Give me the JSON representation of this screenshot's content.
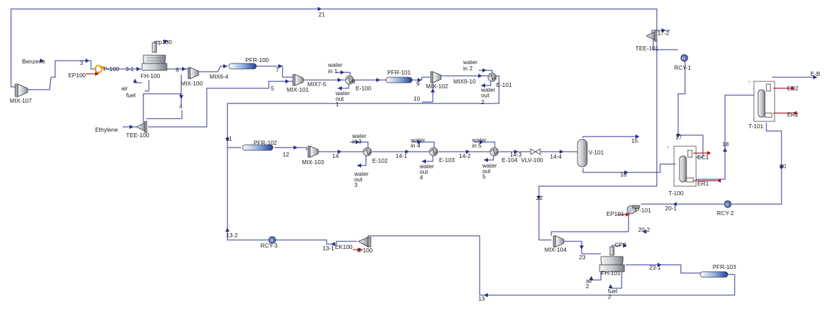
{
  "colors": {
    "stream": "#2b2f8f",
    "utility_stream": "#b01a2a",
    "reactor": "#2f5bb0",
    "equipment_grey": "#9aa0a8",
    "pump_yellow": "#e0a400"
  },
  "unit_ops": {
    "mix107": "MIX-107",
    "p100": "P-100",
    "ep100": "EP100",
    "fh100": "FH-100",
    "cp100": "cp100",
    "air_fh100": "air",
    "fuel_fh100": "fuel",
    "mix100": "MIX-100",
    "mix6_4": "MIX6-4",
    "pfr100": "PFR-100",
    "mix101": "MIX-101",
    "mix7_5": "MIX7-5",
    "e100": "E-100",
    "pfr101": "PFR-101",
    "mix102": "MIX-102",
    "mix9_10": "MIX9-10",
    "e101": "E-101",
    "tee100": "TEE-100",
    "tee101": "TEE-101",
    "rcy1": "RCY-1",
    "pfr102": "PFR-102",
    "mix103": "MIX-103",
    "e102": "E-102",
    "e103": "E-103",
    "e104": "E-104",
    "vlv100": "VLV-100",
    "v101": "V-101",
    "t100": "T-100",
    "ec1": "EC1",
    "er1": "ER1",
    "t101": "T-101",
    "ec2": "EC2",
    "er2": "ER2",
    "rcy2": "RCY-2",
    "p101": "P-101",
    "ep101": "EP101",
    "mix104": "MIX-104",
    "fh101": "FH-101",
    "cp2": "CP2",
    "air_fh101": "air",
    "air_fh101_2": "2",
    "fuel_fh101": "fuel",
    "fuel_fh101_2": "2",
    "pfr103": "PFR-103",
    "rcy3": "RCY-3",
    "k100": "K-100",
    "ek100": "EK100"
  },
  "streams": {
    "s21": "21",
    "benzene": "Benzene",
    "ethylene": "Ethylene",
    "s3": "3",
    "s3_1": "3-1",
    "s6": "6",
    "s7": "7",
    "s5": "5",
    "s4": "4",
    "s8": "8",
    "s9": "9",
    "s10": "10",
    "s11": "11",
    "s12": "12",
    "s13": "13",
    "s13_1": "13-1",
    "s13_2": "13-2",
    "s14": "14",
    "s14_1": "14-1",
    "s14_2": "14-2",
    "s14_3": "14-3",
    "s14_4": "14-4",
    "s15": "15",
    "s16": "16",
    "s17": "17",
    "s17_2": "17-2",
    "s18": "18",
    "s20": "20",
    "s20_1": "20-1",
    "s20_2": "20-2",
    "s22": "22",
    "s23": "23",
    "s23_1": "23-1",
    "e_b": "E-B",
    "win1_a": "water",
    "win1_b": "in 1",
    "wout1_a": "water",
    "wout1_b": "out",
    "wout1_c": "1",
    "win2_a": "water",
    "win2_b": "in 2",
    "wout2_a": "water",
    "wout2_b": "out",
    "wout2_c": "2",
    "win3_a": "water",
    "win3_b": "in 3",
    "wout3_a": "water",
    "wout3_b": "out",
    "wout3_c": "3",
    "win4_a": "water",
    "win4_b": "in 4",
    "wout4_a": "water",
    "wout4_b": "out",
    "wout4_c": "4",
    "win5_a": "water",
    "win5_b": "in 5",
    "wout5_a": "water",
    "wout5_b": "out",
    "wout5_c": "5"
  }
}
